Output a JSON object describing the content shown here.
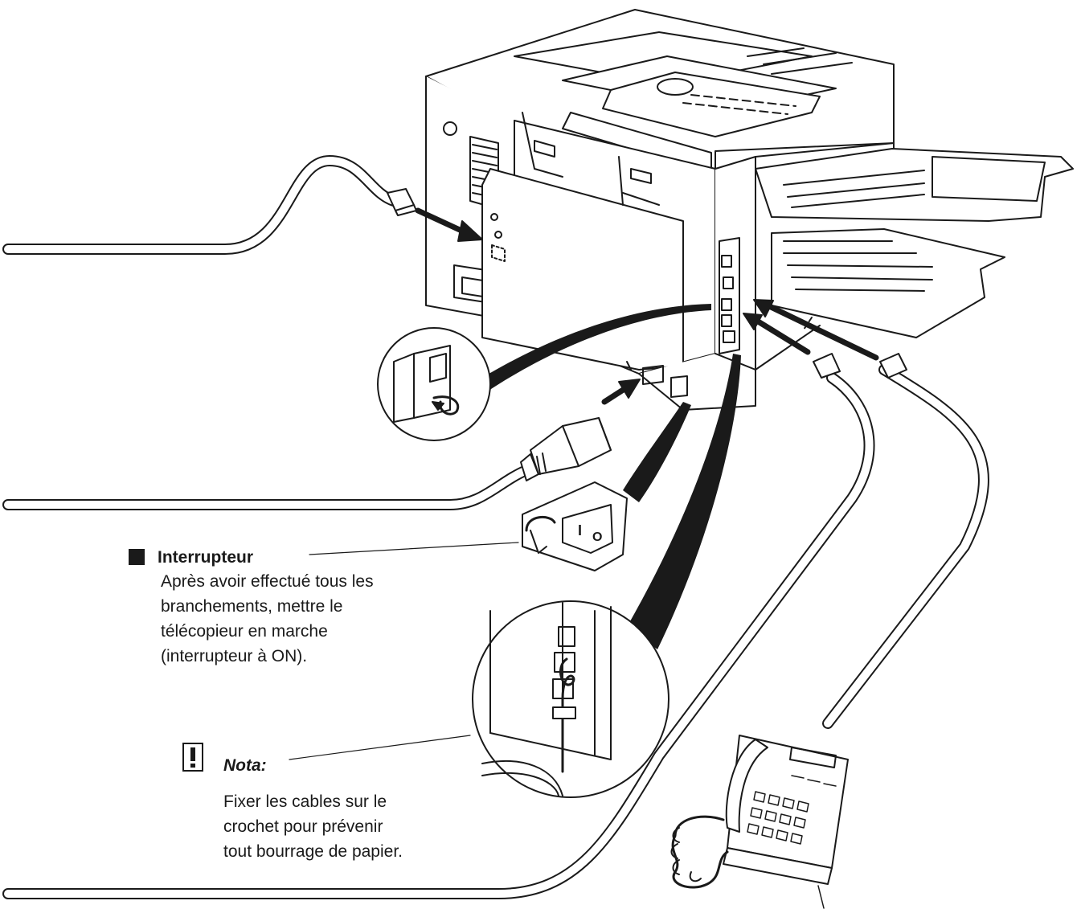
{
  "switch_callout": {
    "title": "Interrupteur",
    "lines": [
      "Après avoir effectué tous les",
      "branchements, mettre le",
      "télécopieur en marche",
      "(interrupteur à ON)."
    ]
  },
  "note_callout": {
    "title": "Nota:",
    "lines": [
      "Fixer les cables sur le",
      "crochet pour prévenir",
      "tout bourrage de papier."
    ]
  },
  "switch_labels": {
    "on": "I",
    "off": "O"
  },
  "icons": [
    "square-bullet-icon",
    "exclamation-icon",
    "curved-arrow-icon"
  ],
  "colors": {
    "line": "#1a1a1a",
    "paper": "#ffffff"
  }
}
